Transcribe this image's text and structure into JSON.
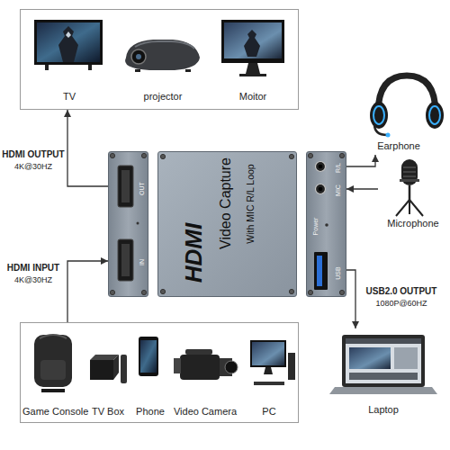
{
  "diagram": {
    "nodes": [
      {
        "text": []
      },
      {
        "text": [
          "TV"
        ],
        "in": 0
      },
      {
        "text": [
          "projector"
        ],
        "in": 0
      },
      {
        "text": [
          "Moitor"
        ],
        "in": 0
      },
      {
        "text": [
          "OUT",
          "IN"
        ]
      },
      {
        "text": [
          "HDMI",
          "Video Capture",
          "With MIC R/L Loop"
        ]
      },
      {
        "text": [
          "R/L",
          "MIC",
          "Power",
          "USB"
        ]
      },
      {
        "text": [
          "Earphone"
        ]
      },
      {
        "text": [
          "Microphone"
        ]
      },
      {
        "text": []
      },
      {
        "text": [
          "Game Console"
        ],
        "in": 9
      },
      {
        "text": [
          "TV Box"
        ],
        "in": 9
      },
      {
        "text": [
          "Phone"
        ],
        "in": 9
      },
      {
        "text": [
          "Video Camera"
        ],
        "in": 9
      },
      {
        "text": [
          "PC"
        ],
        "in": 9
      },
      {
        "text": [
          "Laptop"
        ]
      }
    ],
    "edges": [
      {
        "from": 4,
        "to": 0,
        "arrow": "to"
      },
      {
        "from": 9,
        "to": 4,
        "arrow": "to"
      },
      {
        "from": 6,
        "to": 7,
        "arrow": "to"
      },
      {
        "from": 8,
        "to": 6,
        "arrow": "to"
      },
      {
        "from": 6,
        "to": 15,
        "arrow": "to"
      }
    ],
    "labels": [
      "HDMI OUTPUT",
      "4K@30HZ",
      "HDMI INPUT",
      "4K@30HZ",
      "USB2.0 OUTPUT",
      "1080P@60HZ"
    ]
  }
}
